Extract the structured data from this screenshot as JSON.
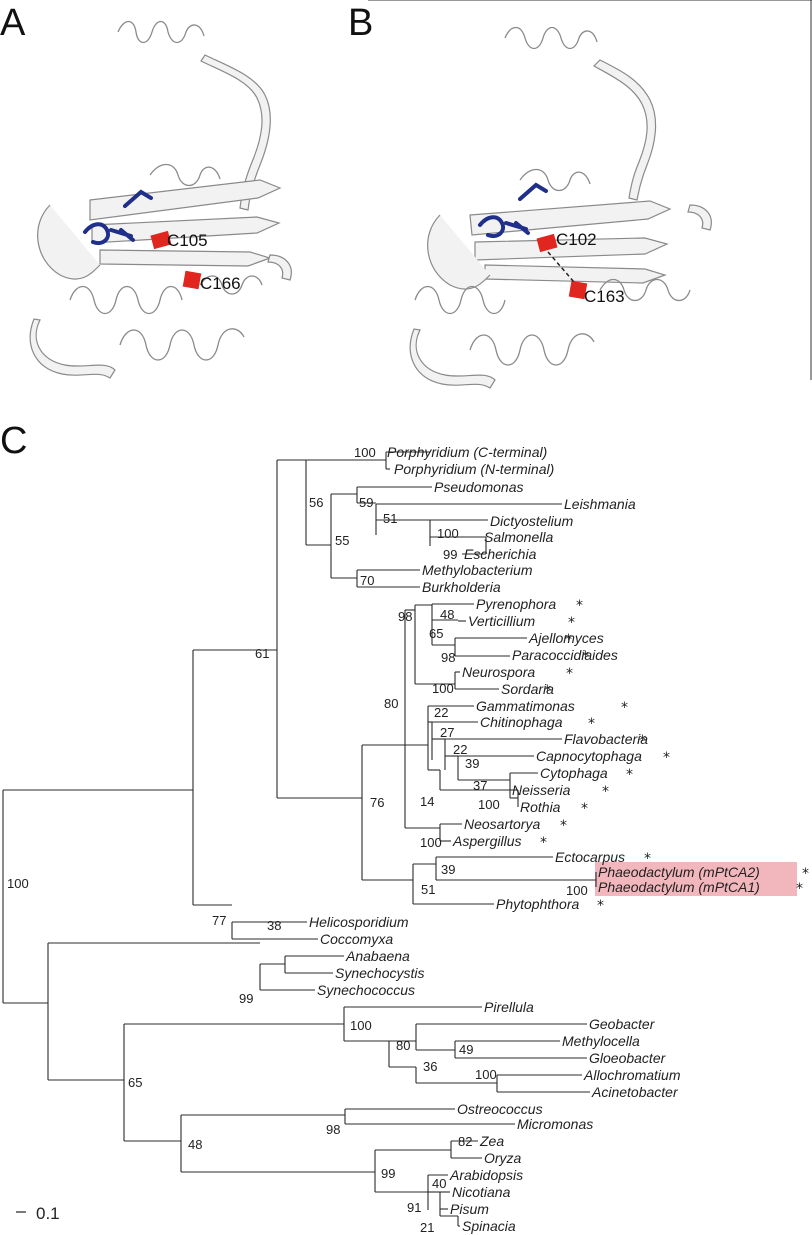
{
  "panels": {
    "a": {
      "letter": "A",
      "residue_1": "C105",
      "residue_2": "C166"
    },
    "b": {
      "letter": "B",
      "residue_1": "C102",
      "residue_2": "C163"
    },
    "c": {
      "letter": "C"
    }
  },
  "scale_bar": "0.1",
  "colors": {
    "cysteine": "#e0261e",
    "active_site": "#1f2f8a",
    "highlight": "#f2b6bd",
    "highlight_text": "#8b1a2a"
  },
  "tree": {
    "taxa": [
      "Porphyridium (C-terminal)",
      "Porphyridium (N-terminal)",
      "Pseudomonas",
      "Leishmania",
      "Dictyostelium",
      "Salmonella",
      "Escherichia",
      "Methylobacterium",
      "Burkholderia",
      "Pyrenophora",
      "Verticillium",
      "Ajellomyces",
      "Paracoccidiaides",
      "Neurospora",
      "Sordaria",
      "Gammatimonas",
      "Chitinophaga",
      "Flavobacteria",
      "Capnocytophaga",
      "Cytophaga",
      "Neisseria",
      "Rothia",
      "Neosartorya",
      "Aspergillus",
      "Ectocarpus",
      "Phaeodactylum (mPtCA2)",
      "Phaeodactylum (mPtCA1)",
      "Phytophthora",
      "Helicosporidium",
      "Coccomyxa",
      "Anabaena",
      "Synechocystis",
      "Synechococcus",
      "Pirellula",
      "Geobacter",
      "Methylocella",
      "Gloeobacter",
      "Allochromatium",
      "Acinetobacter",
      "Ostreococcus",
      "Micromonas",
      "Zea",
      "Oryza",
      "Arabidopsis",
      "Nicotiana",
      "Pisum",
      "Spinacia"
    ],
    "bootstrap": [
      "100",
      "56",
      "59",
      "51",
      "100",
      "99",
      "55",
      "70",
      "61",
      "48",
      "65",
      "98",
      "98",
      "100",
      "80",
      "22",
      "27",
      "22",
      "39",
      "37",
      "100",
      "14",
      "100",
      "76",
      "39",
      "100",
      "51",
      "77",
      "100",
      "38",
      "99",
      "100",
      "80",
      "49",
      "36",
      "100",
      "65",
      "98",
      "48",
      "82",
      "99",
      "40",
      "91",
      "21"
    ],
    "star": "*"
  }
}
